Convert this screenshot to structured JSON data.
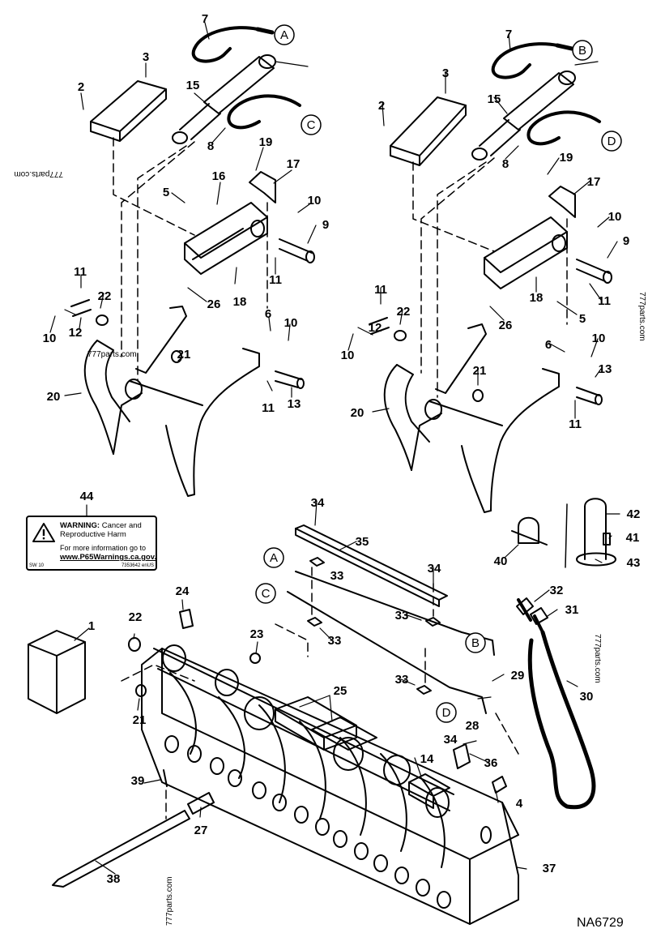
{
  "diagram_code": "NA6729",
  "watermark": "777parts.com",
  "warning_label": {
    "title": "WARNING:",
    "text": "Cancer and Reproductive Harm",
    "line1": "For more information go to",
    "link": "www.P65Warnings.ca.gov.",
    "code_left": "SW 10",
    "code_right": "7353642 enUS"
  },
  "connectors": [
    "A",
    "B",
    "C",
    "D"
  ],
  "part_numbers": [
    "1",
    "2",
    "3",
    "4",
    "5",
    "6",
    "7",
    "8",
    "9",
    "10",
    "11",
    "12",
    "13",
    "14",
    "15",
    "16",
    "17",
    "18",
    "19",
    "20",
    "21",
    "22",
    "23",
    "24",
    "25",
    "26",
    "27",
    "28",
    "29",
    "30",
    "31",
    "32",
    "33",
    "34",
    "35",
    "36",
    "37",
    "38",
    "39",
    "40",
    "41",
    "42",
    "43",
    "44"
  ]
}
